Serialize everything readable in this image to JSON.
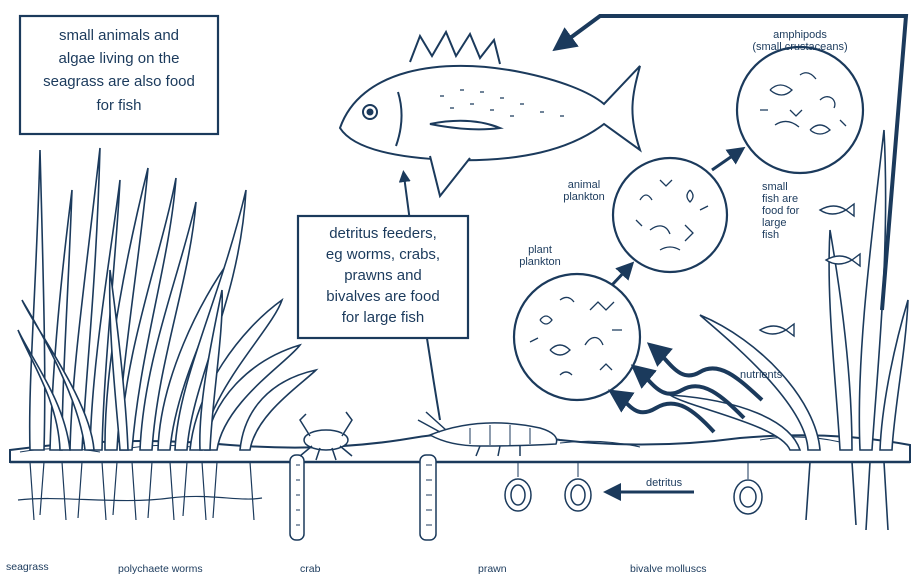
{
  "diagram": {
    "ink_color": "#1b3a5c",
    "background_color": "#ffffff",
    "callouts": {
      "top_left_box": {
        "lines": [
          "small animals and",
          "algae living on the",
          "seagrass are also food",
          "for fish"
        ]
      },
      "middle_box": {
        "lines": [
          "detritus feeders,",
          "eg worms, crabs,",
          "prawns and",
          "bivalves are food",
          "for large fish"
        ]
      }
    },
    "circle_labels": {
      "amphipods": [
        "amphipods",
        "(small crustaceans)"
      ],
      "animal_plankton": [
        "animal",
        "plankton"
      ],
      "plant_plankton": [
        "plant",
        "plankton"
      ],
      "small_fish": [
        "small",
        "fish are",
        "food for",
        "large",
        "fish"
      ]
    },
    "flow_labels": {
      "nutrients": "nutrients",
      "detritus": "detritus"
    },
    "bottom_labels": {
      "seagrass": "seagrass",
      "polychaete": "polychaete worms",
      "crab": "crab",
      "prawn": "prawn",
      "bivalve": "bivalve molluscs"
    }
  }
}
